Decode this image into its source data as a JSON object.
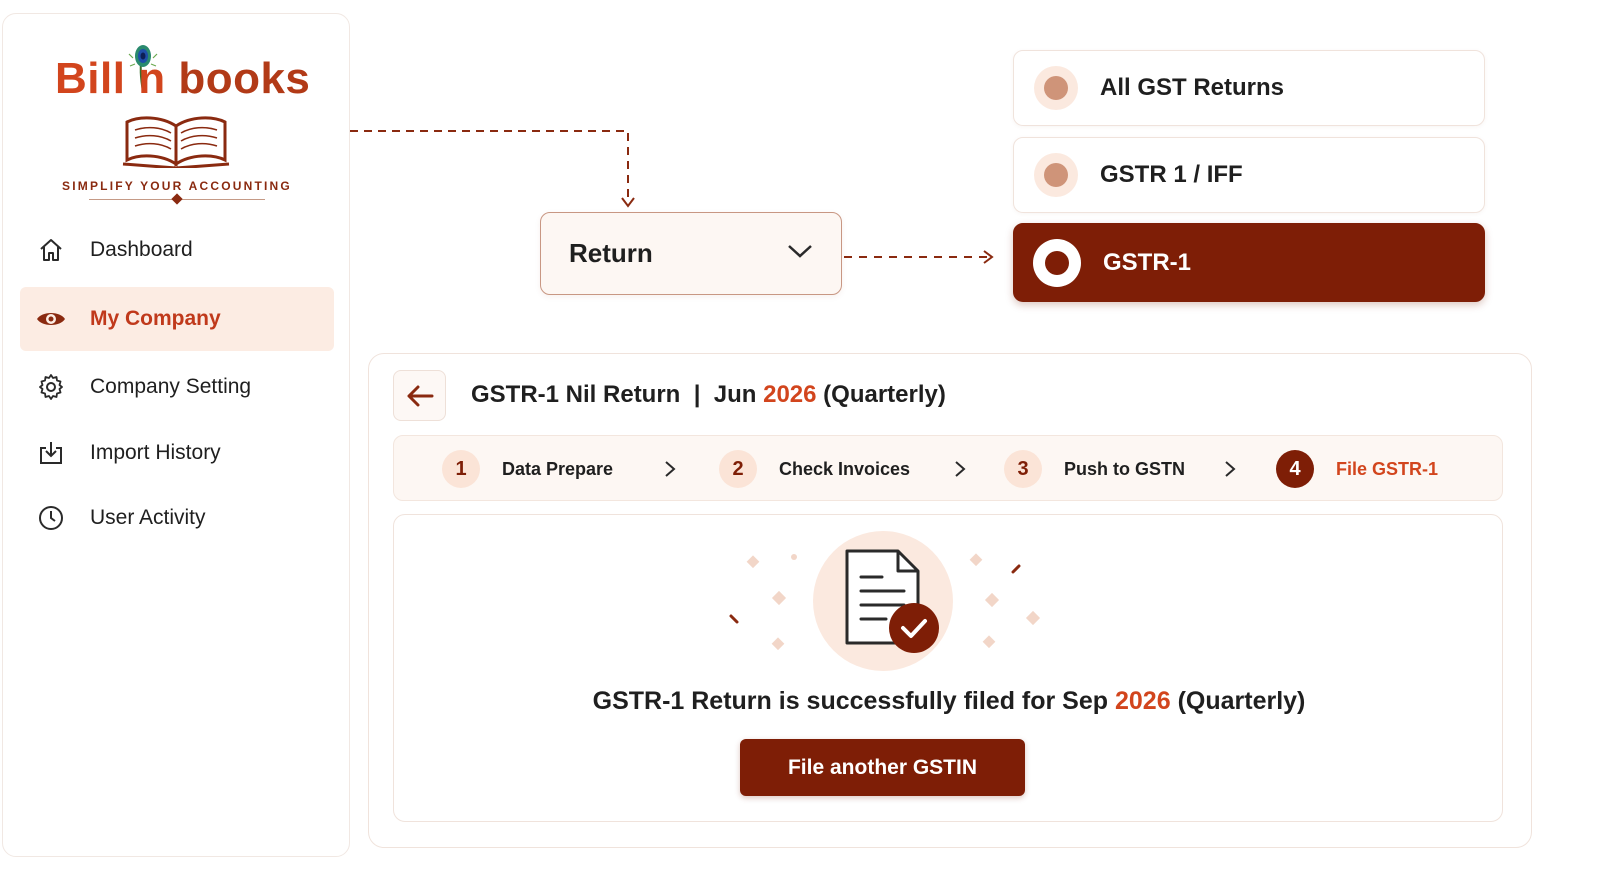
{
  "brand": {
    "name_part1": "Bill",
    "name_part2": "n",
    "name_part3": "books",
    "tagline": "SIMPLIFY YOUR ACCOUNTING",
    "primary_color": "#7e1e06",
    "accent_color": "#d2451d"
  },
  "sidebar": {
    "items": [
      {
        "label": "Dashboard",
        "icon": "home-icon",
        "active": false
      },
      {
        "label": "My Company",
        "icon": "eye-icon",
        "active": true
      },
      {
        "label": "Company Setting",
        "icon": "gear-icon",
        "active": false
      },
      {
        "label": "Import History",
        "icon": "import-icon",
        "active": false
      },
      {
        "label": "User Activity",
        "icon": "clock-icon",
        "active": false
      }
    ]
  },
  "dropdown": {
    "value": "Return"
  },
  "return_options": [
    {
      "label": "All GST Returns",
      "selected": false
    },
    {
      "label": "GSTR 1 / IFF",
      "selected": false
    },
    {
      "label": "GSTR-1",
      "selected": true
    }
  ],
  "panel": {
    "title_prefix": "GSTR-1 Nil Return",
    "separator": "|",
    "title_month": "Jun",
    "title_year": "2026",
    "title_suffix": "(Quarterly)",
    "steps": [
      {
        "number": "1",
        "label": "Data Prepare",
        "current": false
      },
      {
        "number": "2",
        "label": "Check Invoices",
        "current": false
      },
      {
        "number": "3",
        "label": "Push to GSTN",
        "current": false
      },
      {
        "number": "4",
        "label": "File GSTR-1",
        "current": true
      }
    ],
    "success_prefix": "GSTR-1 Return is successfully filed for Sep",
    "success_year": "2026",
    "success_suffix": "(Quarterly)",
    "cta_label": "File another GSTIN"
  }
}
